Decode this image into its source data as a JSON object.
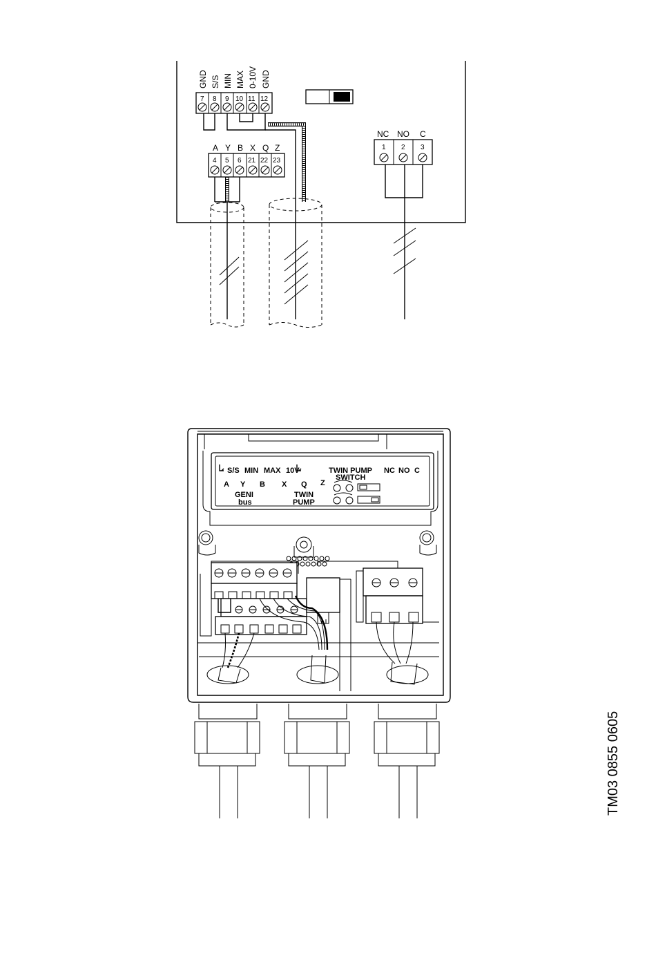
{
  "top_schematic": {
    "terminal_group_left_labels": [
      "GND",
      "S/S",
      "MIN",
      "MAX",
      "0-10V",
      "GND"
    ],
    "terminal_group_left_numbers": [
      "7",
      "8",
      "9",
      "10",
      "11",
      "12"
    ],
    "terminal_group_bus_labels": [
      "A",
      "Y",
      "B",
      "X",
      "Q",
      "Z"
    ],
    "terminal_group_bus_numbers": [
      "4",
      "5",
      "6",
      "21",
      "22",
      "23"
    ],
    "relay_labels": [
      "NC",
      "NO",
      "C"
    ],
    "relay_numbers": [
      "1",
      "2",
      "3"
    ]
  },
  "bottom_unit": {
    "label_row1": [
      "S/S",
      "MIN",
      "MAX",
      "10V",
      "TWIN PUMP",
      "NC",
      "NO",
      "C"
    ],
    "label_row2": [
      "A",
      "Y",
      "B",
      "X",
      "Q",
      "Z"
    ],
    "switch_label": "SWITCH",
    "geni_label_1": "GENI",
    "geni_label_2": "bus",
    "twin_label_1": "TWIN",
    "twin_label_2": "PUMP"
  },
  "drawing_code": "TM03 0855 0605"
}
